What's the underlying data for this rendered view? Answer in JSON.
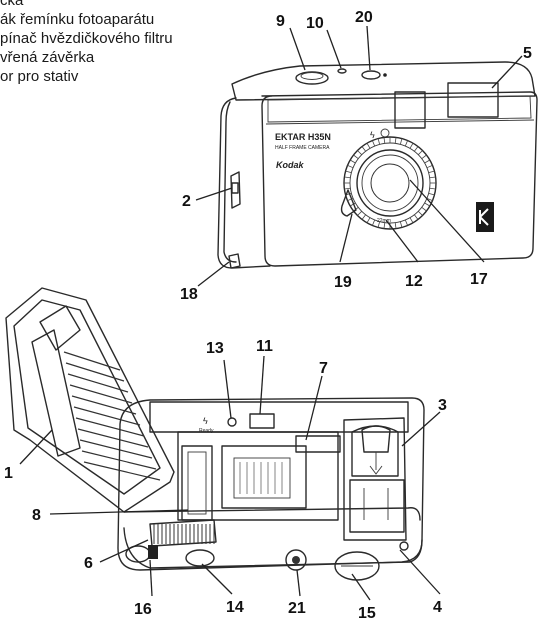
{
  "legend": [
    "cka",
    "ák řemínku fotoaparátu",
    "pínač hvězdičkového filtru",
    "vřená závěrka",
    "or pro stativ"
  ],
  "camera_front": {
    "model": "EKTAR H35N",
    "subtitle": "HALF FRAME CAMERA",
    "brand": "Kodak",
    "lens_text": "22mm",
    "body_color": "#ffffff",
    "outline_color": "#2a2a2a"
  },
  "camera_back": {
    "ready_label": "Ready"
  },
  "callouts": {
    "c1": "1",
    "c2": "2",
    "c3": "3",
    "c4": "4",
    "c5": "5",
    "c6": "6",
    "c7": "7",
    "c8": "8",
    "c9": "9",
    "c10": "10",
    "c11": "11",
    "c12": "12",
    "c13": "13",
    "c14": "14",
    "c15": "15",
    "c16": "16",
    "c17": "17",
    "c18": "18",
    "c19": "19",
    "c20": "20",
    "c21": "21"
  }
}
